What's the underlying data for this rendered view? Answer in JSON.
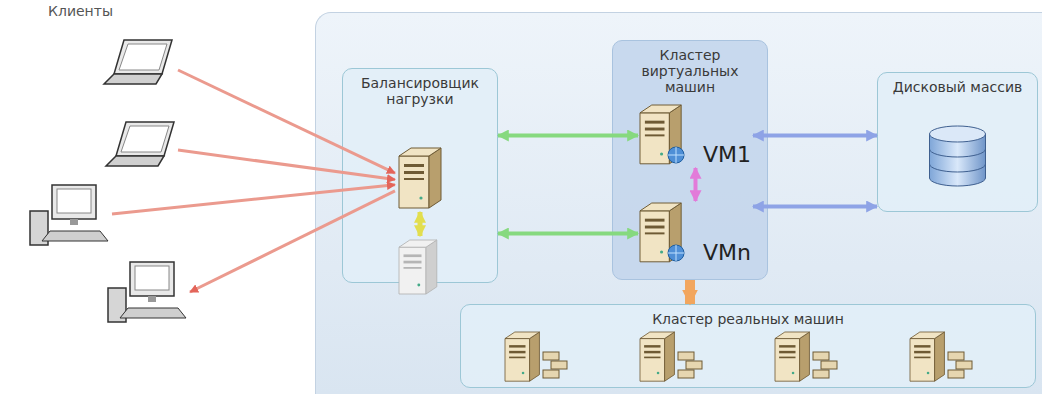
{
  "diagram": {
    "nodes": [
      {
        "text": [
          "Балансировщик нагрузки"
        ]
      },
      {
        "text": [
          "Кластер виртуальных машин"
        ]
      },
      {
        "text": [
          "VM1"
        ],
        "in": 1
      },
      {
        "text": [
          "VMn"
        ],
        "in": 1
      },
      {
        "text": [
          "Дисковый массив"
        ]
      },
      {
        "text": [
          "Кластер реальных машин"
        ]
      }
    ],
    "edges": [
      {
        "from": 0,
        "to": 2,
        "arrow": "both"
      },
      {
        "from": 0,
        "to": 3,
        "arrow": "both"
      },
      {
        "from": 2,
        "to": 3,
        "arrow": "both"
      },
      {
        "from": 2,
        "to": 4,
        "arrow": "both"
      },
      {
        "from": 3,
        "to": 4,
        "arrow": "both"
      },
      {
        "from": 1,
        "to": 5,
        "arrow": "to"
      }
    ],
    "labels": [
      "Клиенты"
    ]
  }
}
